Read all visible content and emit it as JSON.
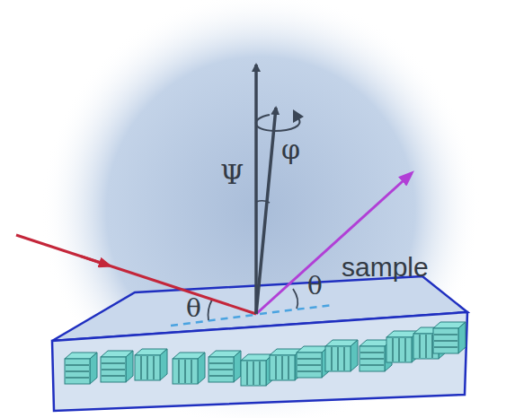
{
  "diagram": {
    "labels": [
      "Ψ",
      "φ",
      "θ",
      "θ",
      "sample"
    ]
  }
}
